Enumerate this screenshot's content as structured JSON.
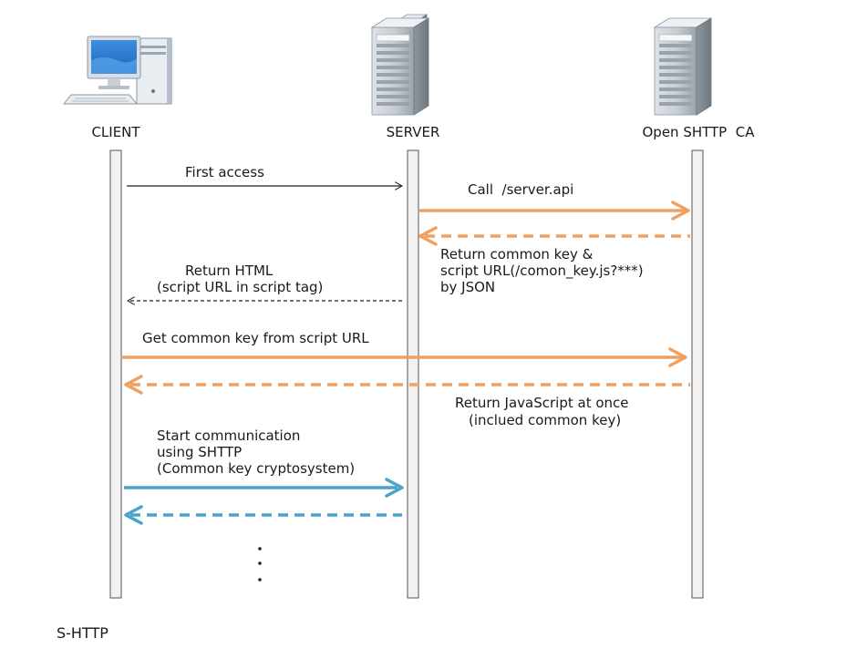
{
  "actors": {
    "client": "CLIENT",
    "server": "SERVER",
    "ca": "Open SHTTP  CA"
  },
  "messages": {
    "first_access": "First access",
    "call_api": "Call  /server.api",
    "return_key_1": "Return common key &",
    "return_key_2": "script URL(/comon_key.js?***)",
    "return_key_3": "by JSON",
    "return_html_1": "Return HTML",
    "return_html_2": "(script URL in script tag)",
    "get_key": "Get common key from script URL",
    "return_js_1": "Return JavaScript at once",
    "return_js_2": "(inclued common key)",
    "start_comm_1": "Start communication",
    "start_comm_2": "using SHTTP",
    "start_comm_3": "(Common key cryptosystem)"
  },
  "caption": "S-HTTP",
  "colors": {
    "orange": "#f0a060",
    "blue": "#4aa3c8",
    "black": "#222222",
    "lifeline_fill": "#f2f2f2",
    "lifeline_stroke": "#555555"
  }
}
